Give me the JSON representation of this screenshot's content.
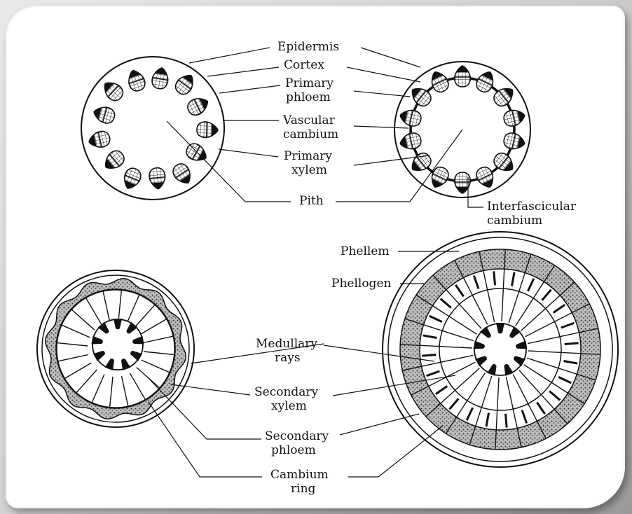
{
  "labels": {
    "epidermis": "Epidermis",
    "cortex": "Cortex",
    "primary_phloem_1": "Primary",
    "primary_phloem_2": "phloem",
    "vascular_cambium_1": "Vascular",
    "vascular_cambium_2": "cambium",
    "primary_xylem_1": "Primary",
    "primary_xylem_2": "xylem",
    "pith": "Pith",
    "interfascicular_1": "Interfascicular",
    "interfascicular_2": "cambium",
    "phellem": "Phellem",
    "phellogen": "Phellogen",
    "medullary_1": "Medullary",
    "medullary_2": "rays",
    "secondary_xylem_1": "Secondary",
    "secondary_xylem_2": "xylem",
    "secondary_phloem_1": "Secondary",
    "secondary_phloem_2": "phloem",
    "cambium_ring_1": "Cambium",
    "cambium_ring_2": "ring"
  },
  "colors": {
    "ink": "#111111",
    "stipple": "#777777",
    "frame": "#9a9a9a"
  }
}
